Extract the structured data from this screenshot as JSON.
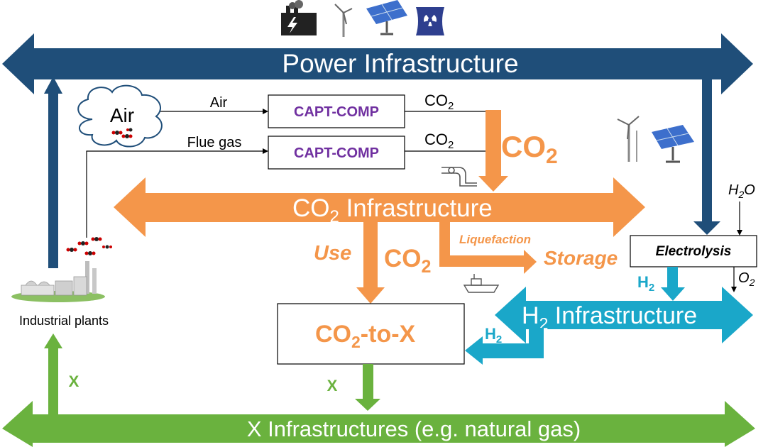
{
  "colors": {
    "power": "#1F4E79",
    "co2": "#F4964A",
    "h2": "#1AA7C9",
    "x": "#6AB23E",
    "purple": "#7030A0",
    "black": "#000000"
  },
  "infrastructures": {
    "power": "Power Infrastructure",
    "co2_prefix": "CO",
    "co2_sub": "2",
    "co2_suffix": " Infrastructure",
    "h2_prefix": "H",
    "h2_sub": "2",
    "h2_suffix": " Infrastructure",
    "x": "X Infrastructures (e.g. natural gas)"
  },
  "sources": {
    "air_cloud": "Air",
    "air_line": "Air",
    "flue_gas_line": "Flue gas",
    "industrial_plants": "Industrial plants"
  },
  "processes": {
    "capt_comp_1": "CAPT-COMP",
    "capt_comp_2": "CAPT-COMP",
    "electrolysis": "Electrolysis",
    "co2_to_x_prefix": "CO",
    "co2_to_x_sub": "2",
    "co2_to_x_suffix": "-to-X"
  },
  "flows": {
    "co2_out_1": "CO",
    "co2_out_2": "CO",
    "co2_sub": "2",
    "co2_big": "CO",
    "co2_use": "CO",
    "use": "Use",
    "liquefaction": "Liquefaction",
    "storage": "Storage",
    "h2o_letter": "H",
    "h2o_sub": "2",
    "h2o_tail": "O",
    "o2_letter": "O",
    "o2_sub": "2",
    "h2_out": "H",
    "h2_in": "H",
    "h2_sub": "2",
    "x_out": "X",
    "x_in": "X"
  },
  "icons": [
    "coal-plant-icon",
    "wind-turbine-icon",
    "solar-panel-icon",
    "nuclear-plant-icon",
    "pipeline-icon",
    "ship-icon",
    "factory-icon",
    "co2-molecules-icon"
  ]
}
